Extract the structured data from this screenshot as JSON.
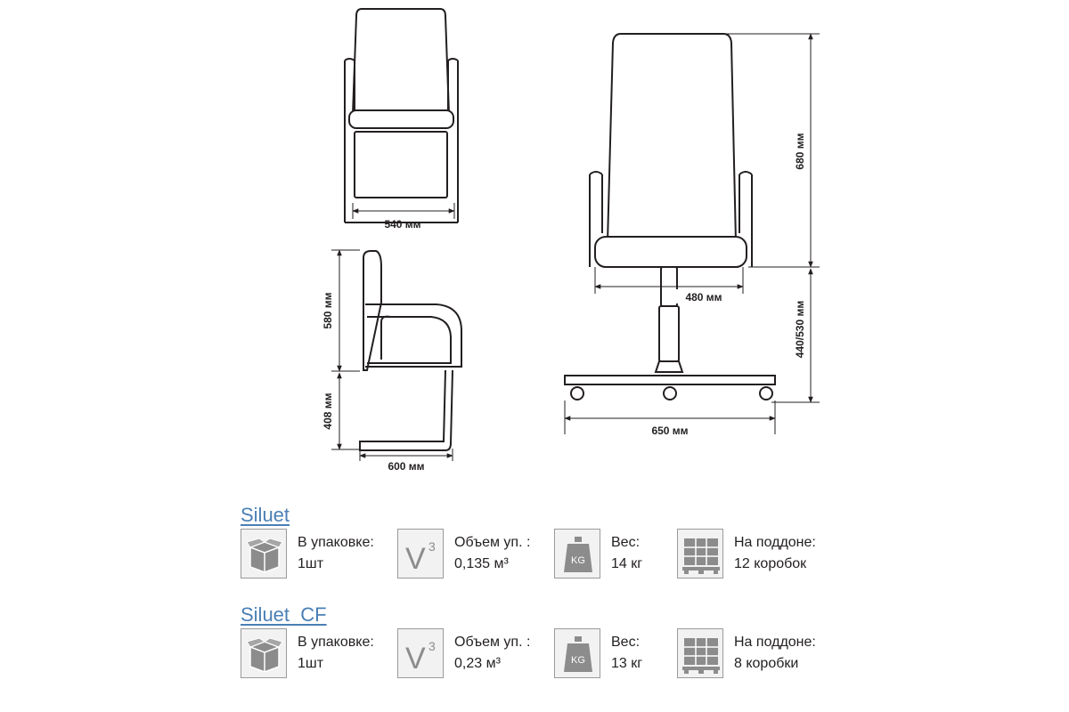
{
  "dimensions": {
    "front_width": "540 мм",
    "side_height": "580 мм",
    "side_seat_height": "408 мм",
    "side_depth": "600 мм",
    "back_height": "680 мм",
    "seat_width": "480 мм",
    "seat_height_range": "440/530 мм",
    "base_diameter": "650 мм"
  },
  "icons": {
    "package": "box-icon",
    "volume": "volume-icon",
    "weight": "weight-icon",
    "pallet": "pallet-icon",
    "volume_glyph": "V",
    "volume_sup": "3",
    "weight_glyph": "KG"
  },
  "colors": {
    "title": "#4a7fb5",
    "line": "#231f20",
    "icon_fill": "#8c8c8c"
  },
  "products": [
    {
      "name": "Siluet",
      "package_label": "В упаковке:",
      "package_value": "1шт",
      "volume_label": "Объем уп. :",
      "volume_value": "0,135 м³",
      "weight_label": "Вес:",
      "weight_value": "14 кг",
      "pallet_label": "На поддоне:",
      "pallet_value": "12 коробок"
    },
    {
      "name": "Siluet_CF",
      "package_label": "В упаковке:",
      "package_value": "1шт",
      "volume_label": "Объем уп. :",
      "volume_value": "0,23 м³",
      "weight_label": "Вес:",
      "weight_value": "13 кг",
      "pallet_label": "На поддоне:",
      "pallet_value": "8 коробки"
    }
  ]
}
